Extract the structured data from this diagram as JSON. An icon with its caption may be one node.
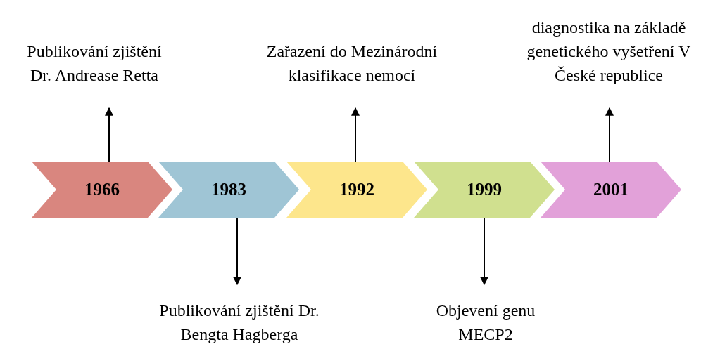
{
  "diagram": {
    "nodes": [
      {
        "text": [
          "1966"
        ]
      },
      {
        "text": [
          "1983"
        ]
      },
      {
        "text": [
          "1992"
        ]
      },
      {
        "text": [
          "1999"
        ]
      },
      {
        "text": [
          "2001"
        ]
      },
      {
        "text": [
          "Publikování zjištění Dr. Andrease Retta"
        ]
      },
      {
        "text": [
          "Publikování zjištění Dr. Bengta Hagberga"
        ]
      },
      {
        "text": [
          "Zařazení do Mezinárodní klasifikace nemocí"
        ]
      },
      {
        "text": [
          "Objevení genu MECP2"
        ]
      },
      {
        "text": [
          "diagnostika na základě genetického vyšetření V České republice"
        ]
      }
    ],
    "edges": [
      {
        "from": 0,
        "to": 5,
        "arrow": "to"
      },
      {
        "from": 1,
        "to": 6,
        "arrow": "to"
      },
      {
        "from": 2,
        "to": 7,
        "arrow": "to"
      },
      {
        "from": 3,
        "to": 8,
        "arrow": "to"
      },
      {
        "from": 4,
        "to": 9,
        "arrow": "to"
      }
    ]
  }
}
